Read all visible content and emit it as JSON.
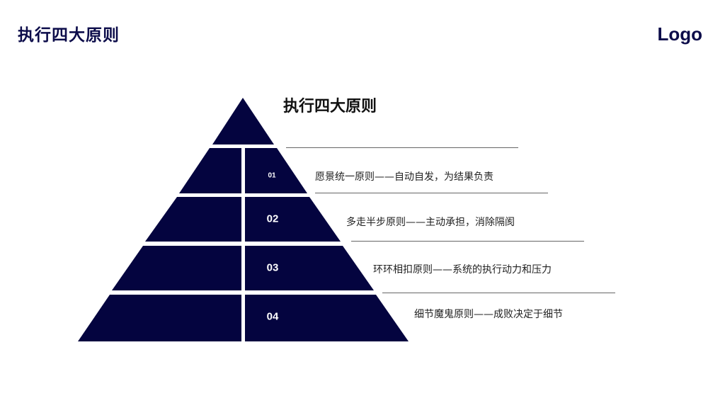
{
  "header": {
    "title": "执行四大原则",
    "logo": "Logo"
  },
  "diagram": {
    "title": "执行四大原则",
    "fill_color": "#04043f",
    "levels": [
      {
        "number": "01",
        "text": "愿景统一原则——自动自发，为结果负责"
      },
      {
        "number": "02",
        "text": "多走半步原则——主动承担，消除隔阂"
      },
      {
        "number": "03",
        "text": "环环相扣原则——系统的执行动力和压力"
      },
      {
        "number": "04",
        "text": "细节魔鬼原则——成败决定于细节"
      }
    ]
  }
}
